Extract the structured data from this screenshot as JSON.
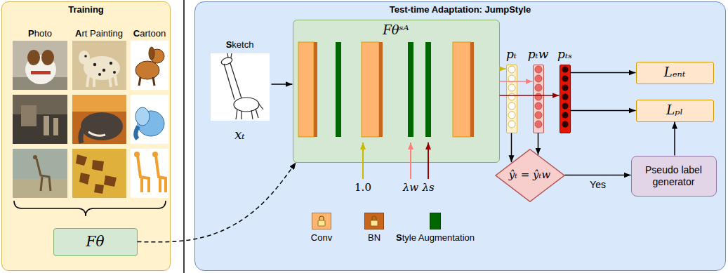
{
  "diagram": {
    "nodes": [
      {
        "text": [
          "Training"
        ]
      },
      {
        "text": [
          "Fθ"
        ],
        "in": 0
      },
      {
        "text": [
          "Test-time Adaptation: JumpStyle"
        ]
      },
      {
        "text": [
          "Sketch",
          "xₜ"
        ],
        "in": 2
      },
      {
        "text": [
          "Fθˢᴬ"
        ],
        "in": 2
      },
      {
        "text": [
          "pₜ"
        ],
        "in": 2
      },
      {
        "text": [
          "pₜw"
        ],
        "in": 2
      },
      {
        "text": [
          "pₜₛ"
        ],
        "in": 2
      },
      {
        "text": [
          "Lₑₙₜ"
        ],
        "in": 2
      },
      {
        "text": [
          "Lₚₗ"
        ],
        "in": 2
      },
      {
        "text": [
          "ŷₜ = ŷₜw"
        ],
        "in": 2
      },
      {
        "text": [
          "Pseudo label generator"
        ],
        "in": 2
      }
    ],
    "edges": [
      {
        "from": 1,
        "to": 4,
        "arrow": "to"
      },
      {
        "from": 3,
        "to": 4,
        "arrow": "to"
      },
      {
        "from": 4,
        "to": 5,
        "arrow": "to"
      },
      {
        "from": 4,
        "to": 6,
        "arrow": "to"
      },
      {
        "from": 4,
        "to": 7,
        "arrow": "to"
      },
      {
        "from": 7,
        "to": 8,
        "arrow": "to"
      },
      {
        "from": 7,
        "to": 9,
        "arrow": "to"
      },
      {
        "from": 5,
        "to": 10,
        "arrow": "to"
      },
      {
        "from": 6,
        "to": 10,
        "arrow": "to"
      },
      {
        "from": 10,
        "to": 11,
        "label": "Yes",
        "arrow": "to"
      },
      {
        "from": 11,
        "to": 9,
        "arrow": "to"
      }
    ],
    "labels": [
      "Photo",
      "Art Painting",
      "Cartoon",
      "1.0",
      "λw",
      "λs"
    ],
    "legend": [
      {
        "text": "Conv",
        "color": "#ffb570"
      },
      {
        "text": "BN",
        "color": "#c9661d"
      },
      {
        "text": "Style Augmentation",
        "color": "#006600"
      }
    ]
  }
}
